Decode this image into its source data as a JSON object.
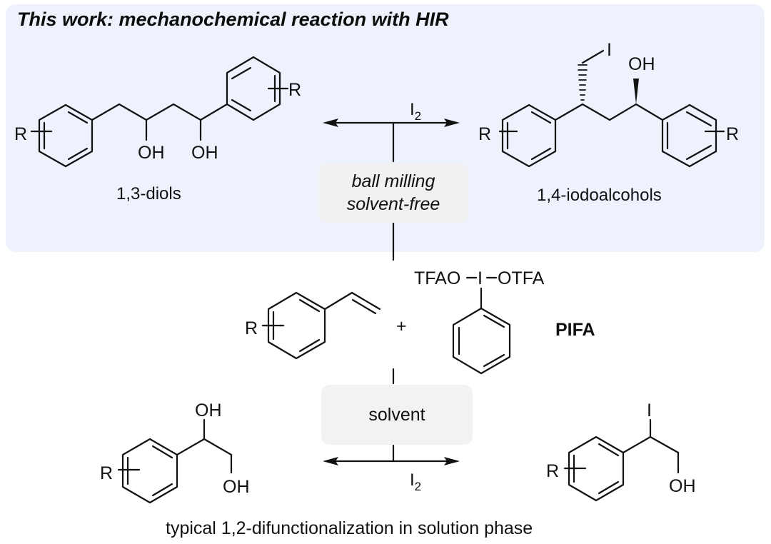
{
  "figure": {
    "title": "This work: mechanochemical reaction with HIR",
    "colors": {
      "panel_background": "#edf2fd",
      "condition_box_background": "#f2f2f2",
      "ink": "#111111"
    },
    "top_reaction": {
      "left_product": {
        "name": "1,3-diols",
        "substituent_left": "R",
        "substituent_right": "R",
        "hydroxyl_1": "OH",
        "hydroxyl_2": "OH"
      },
      "right_product": {
        "name": "1,4-iodoalcohols",
        "substituent_left": "R",
        "substituent_right": "R",
        "iodo": "I",
        "hydroxyl": "OH"
      },
      "reagent_over_arrow": {
        "base": "I",
        "sub": "2"
      },
      "conditions": [
        "ball milling",
        "solvent-free"
      ]
    },
    "reactants": {
      "styrene_substituent": "R",
      "plus": "+",
      "pifa_top": "TFAO—I—OTFA",
      "pifa_left": "TFAO",
      "pifa_center": "I",
      "pifa_right": "OTFA",
      "pifa_label": "PIFA"
    },
    "bottom_reaction": {
      "left_product": {
        "substituent": "R",
        "hydroxyl_1": "OH",
        "hydroxyl_2": "OH"
      },
      "right_product": {
        "substituent": "R",
        "iodo": "I",
        "hydroxyl": "OH"
      },
      "reagent_under_arrow": {
        "base": "I",
        "sub": "2"
      },
      "conditions": [
        "solvent"
      ],
      "caption": "typical 1,2-difunctionalization in solution phase"
    }
  }
}
